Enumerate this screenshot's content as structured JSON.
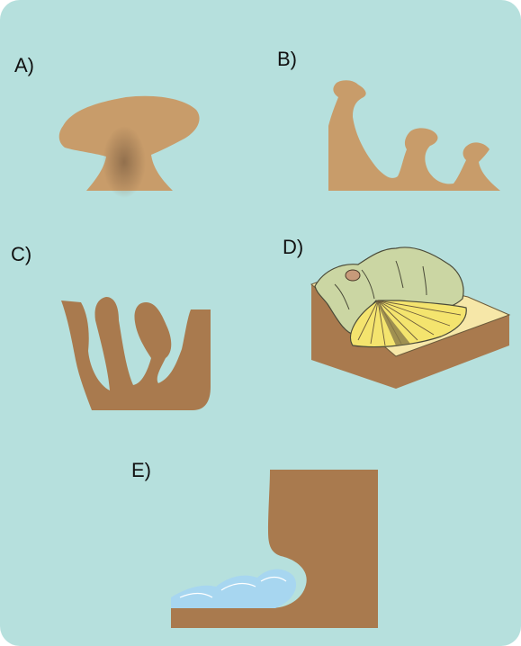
{
  "labels": {
    "a": "A)",
    "b": "B)",
    "c": "C)",
    "d": "D)",
    "e": "E)"
  },
  "colors": {
    "background": "#b6e0dd",
    "rock_light": "#c89c6a",
    "rock_dark": "#a97a4e",
    "alluvial_fan": "#f4e46e",
    "mountain_green": "#cbd6a3",
    "plain": "#f6e7a8",
    "water": "#a7d6f0"
  },
  "icons": {
    "a": "mushroom-rock-icon",
    "b": "hoodoos-icon",
    "c": "rock-pillars-icon",
    "d": "alluvial-fan-icon",
    "e": "sea-cliff-notch-icon"
  }
}
